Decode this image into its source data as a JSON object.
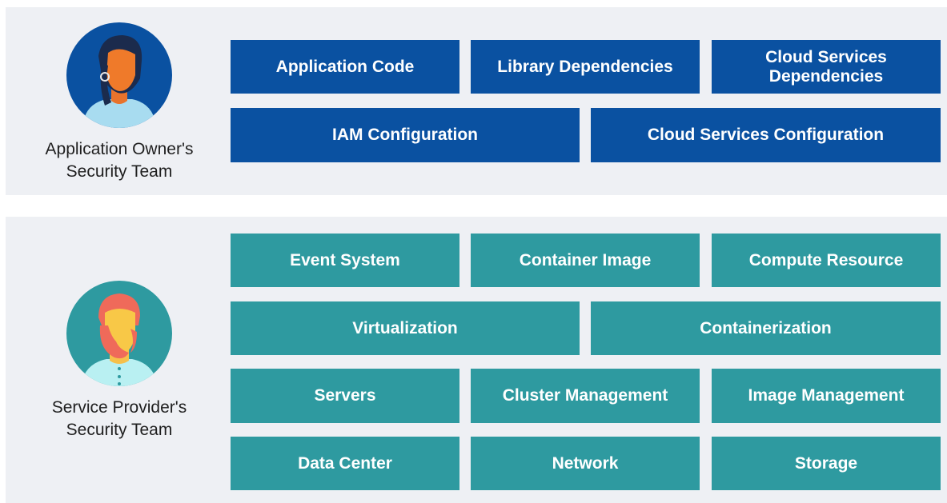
{
  "colors": {
    "panel_bg": "#eef0f4",
    "app_box": "#0a51a1",
    "provider_box": "#2e9aa0"
  },
  "app_owner": {
    "label_line1": "Application Owner's",
    "label_line2": "Security Team",
    "avatar_icon": "woman-avatar-icon",
    "boxes": {
      "application_code": "Application Code",
      "library_dependencies": "Library Dependencies",
      "cloud_services_dependencies_line1": "Cloud Services",
      "cloud_services_dependencies_line2": "Dependencies",
      "iam_configuration": "IAM Configuration",
      "cloud_services_configuration": "Cloud Services Configuration"
    }
  },
  "service_provider": {
    "label_line1": "Service Provider's",
    "label_line2": "Security Team",
    "avatar_icon": "bearded-man-avatar-icon",
    "boxes": {
      "event_system": "Event System",
      "container_image": "Container Image",
      "compute_resource": "Compute Resource",
      "virtualization": "Virtualization",
      "containerization": "Containerization",
      "servers": "Servers",
      "cluster_management": "Cluster Management",
      "image_management": "Image Management",
      "data_center": "Data Center",
      "network": "Network",
      "storage": "Storage"
    }
  }
}
